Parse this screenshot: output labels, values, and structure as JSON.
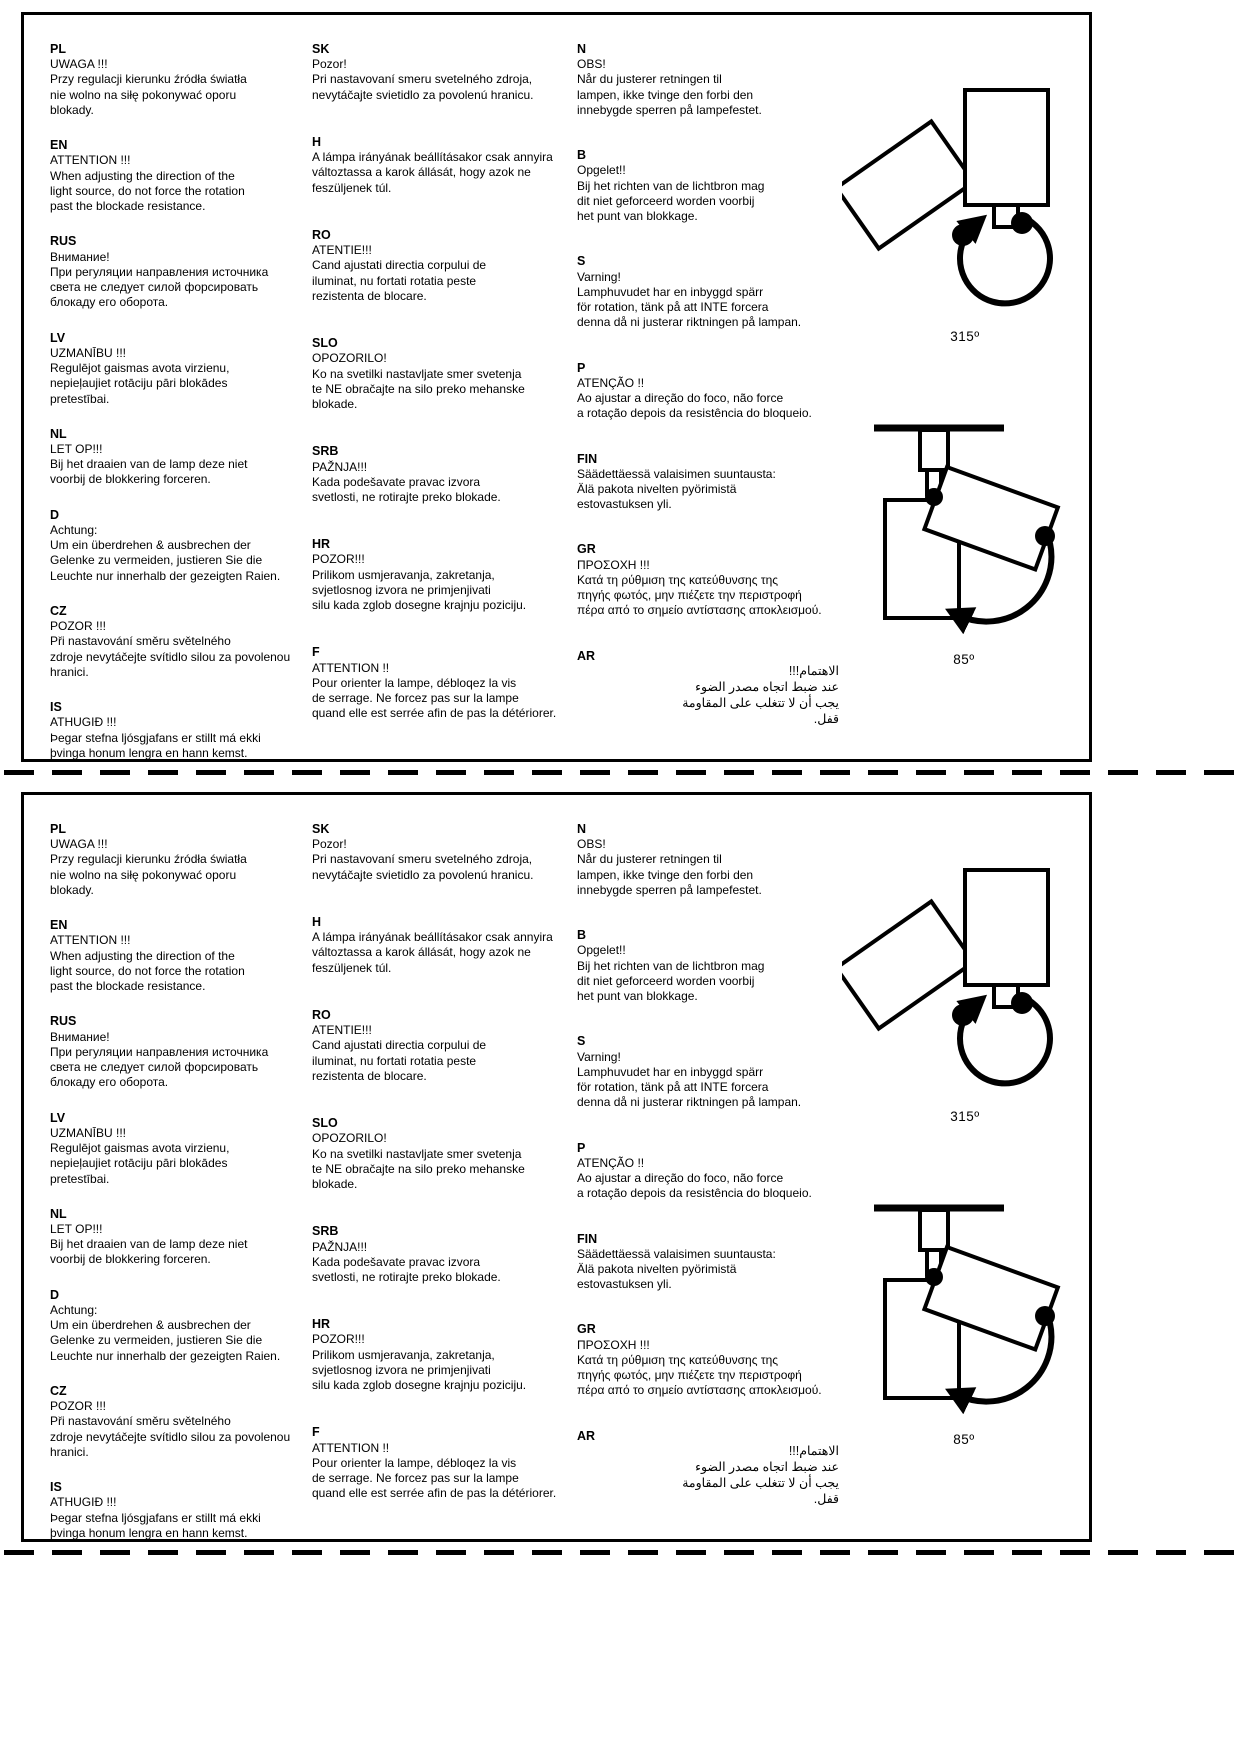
{
  "doc": {
    "angle_rotation": "315º",
    "angle_tilt": "85º"
  },
  "columns": [
    {
      "blocks": [
        {
          "lang": "PL",
          "body": "UWAGA !!!\nPrzy regulacji kierunku źródła światła\nnie wolno na siłę pokonywać oporu\nblokady."
        },
        {
          "lang": "EN",
          "body": "ATTENTION !!!\nWhen adjusting the direction of the\nlight source, do not force the rotation\npast the blockade resistance."
        },
        {
          "lang": "RUS",
          "body": "Внимание!\nПри регуляции направления источника\nсвета не следует силой форсировать\nблокаду его оборота."
        },
        {
          "lang": "LV",
          "body": "UZMANĪBU !!!\nRegulējot gaismas avota virzienu,\nnepieļaujiet rotāciju pāri blokādes\npretestībai."
        },
        {
          "lang": "NL",
          "body": "LET OP!!!\nBij het draaien van de lamp deze niet\nvoorbij de blokkering forceren."
        },
        {
          "lang": "D",
          "body": "Achtung:\nUm ein überdrehen & ausbrechen der\nGelenke zu vermeiden, justieren Sie die\nLeuchte nur innerhalb der gezeigten Raien."
        },
        {
          "lang": "CZ",
          "body": "POZOR !!!\nPři nastavování směru světelného\nzdroje nevytáčejte svítidlo silou za povolenou\nhranici."
        },
        {
          "lang": "IS",
          "body": "ATHUGIÐ !!!\nÞegar stefna ljósgjafans er stillt má ekki\nþvinga honum lengra en hann kemst."
        }
      ]
    },
    {
      "blocks": [
        {
          "lang": "SK",
          "body": "Pozor!\nPri nastavovaní smeru svetelného zdroja,\nnevytáčajte svietidlo za povolenú hranicu."
        },
        {
          "lang": "H",
          "body": "A lámpa irányának beállításakor csak annyira\nváltoztassa a karok állását, hogy azok ne\nfeszüljenek túl."
        },
        {
          "lang": "RO",
          "body": "ATENTIE!!!\nCand ajustati directia corpului de\niluminat, nu fortati rotatia peste\nrezistenta de blocare."
        },
        {
          "lang": "SLO",
          "body": "OPOZORILO!\nKo na svetilki nastavljate smer svetenja\nte NE obračajte na silo preko mehanske\nblokade."
        },
        {
          "lang": "SRB",
          "body": "PAŽNJA!!!\nKada podešavate pravac izvora\nsvetlosti, ne rotirajte preko blokade."
        },
        {
          "lang": "HR",
          "body": "POZOR!!!\nPrilikom usmjeravanja, zakretanja,\nsvjetlosnog izvora ne primjenjivati\nsilu kada zglob dosegne krajnju poziciju."
        },
        {
          "lang": "F",
          "body": "ATTENTION !!\nPour orienter la lampe, débloqez la vis\nde serrage. Ne forcez pas sur la lampe\nquand elle est serrée afin de pas la détériorer."
        }
      ]
    },
    {
      "blocks": [
        {
          "lang": "N",
          "body": "OBS!\nNår du justerer retningen til\nlampen, ikke tvinge den forbi den\ninnebygde sperren på lampefestet."
        },
        {
          "lang": "B",
          "body": "Opgelet!!\nBij het richten van de lichtbron mag\ndit niet geforceerd worden voorbij\nhet punt van blokkage."
        },
        {
          "lang": "S",
          "body": "Varning!\nLamphuvudet har en inbyggd spärr\nför rotation, tänk på att INTE forcera\ndenna då ni justerar riktningen på lampan."
        },
        {
          "lang": "P",
          "body": "ATENÇÃO !!\nAo ajustar a direção do foco, não force\na rotação depois da resistência do bloqueio."
        },
        {
          "lang": "FIN",
          "body": "Säädettäessä valaisimen suuntausta:\nÄlä pakota nivelten pyörimistä\nestovastuksen yli."
        },
        {
          "lang": "GR",
          "body": "ΠΡΟΣΟΧΗ !!!\nΚατά τη ρύθμιση της κατεύθυνσης της\nπηγής φωτός, μην πιέζετε την περιστροφή\nπέρα από το σημείο αντίστασης αποκλεισμού."
        },
        {
          "lang": "AR",
          "rtl": true,
          "body": "الاهتمام!!!\nعند ضبط اتجاه مصدر الضوء\nيجب أن لا تتغلب على المقاومة\nقفل."
        }
      ]
    }
  ]
}
